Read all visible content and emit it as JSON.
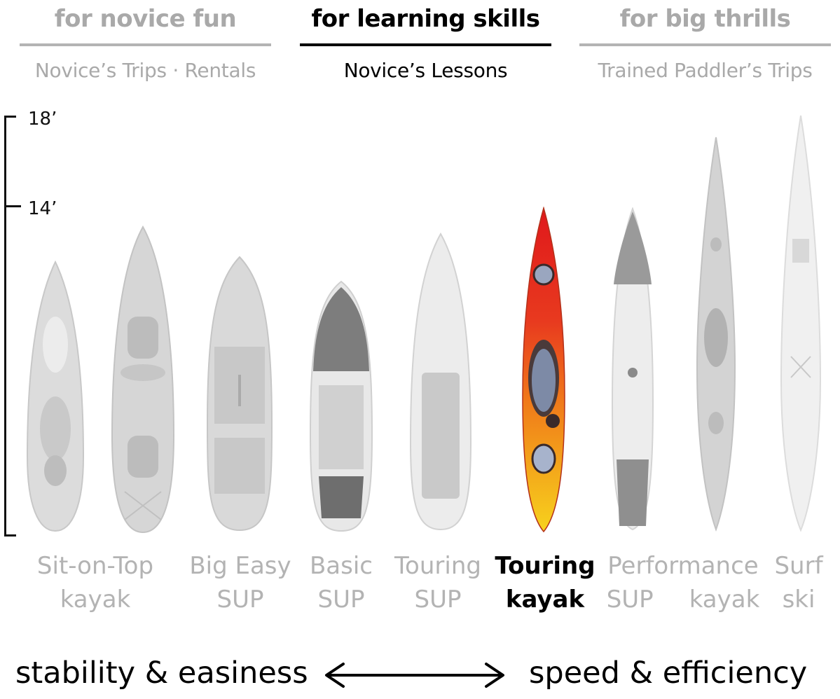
{
  "categories": [
    {
      "heading": "for novice fun",
      "subheading": "Novice’s Trips · Rentals",
      "active": false
    },
    {
      "heading": "for learning skills",
      "subheading": "Novice’s Lessons",
      "active": true
    },
    {
      "heading": "for big thrills",
      "subheading": "Trained Paddler’s Trips",
      "active": false
    }
  ],
  "scale": {
    "top_label": "18’",
    "mid_label": "14’"
  },
  "crafts": [
    {
      "name": "Sit-on-Top\nkayak",
      "active": false,
      "icon": "sit-on-top-kayak-icon"
    },
    {
      "name": "Big Easy\nSUP",
      "active": false,
      "icon": "big-easy-sup-icon"
    },
    {
      "name": "Basic\nSUP",
      "active": false,
      "icon": "basic-sup-icon"
    },
    {
      "name": "Touring\nSUP",
      "active": false,
      "icon": "touring-sup-icon"
    },
    {
      "name": "Touring\nkayak",
      "active": true,
      "icon": "touring-kayak-icon"
    },
    {
      "name": "Performance\nSUP",
      "active": false,
      "icon": "performance-sup-icon"
    },
    {
      "name": "Performance\nkayak",
      "active": false,
      "icon": "performance-kayak-icon"
    },
    {
      "name": "Surf\nski",
      "active": false,
      "icon": "surf-ski-icon"
    }
  ],
  "footer": {
    "left": "stability & easiness",
    "right": "speed & efficiency"
  },
  "colors": {
    "muted": "#a9a9a9",
    "active": "#000000",
    "kayak_red": "#e0181b",
    "kayak_orange": "#f07a1a",
    "kayak_yellow": "#f7d21c"
  }
}
